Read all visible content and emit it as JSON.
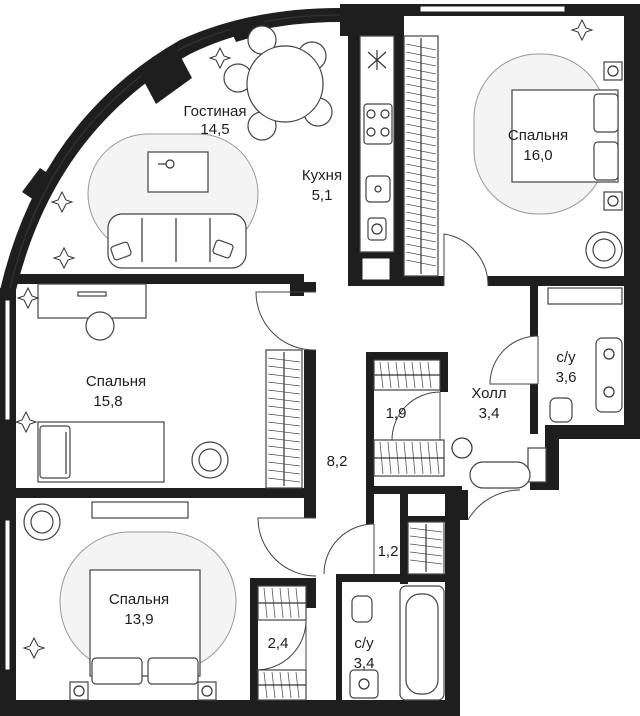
{
  "rooms": [
    {
      "key": "living",
      "name": "Гостиная",
      "area": "14,5"
    },
    {
      "key": "kitchen",
      "name": "Кухня",
      "area": "5,1"
    },
    {
      "key": "bed1",
      "name": "Спальня",
      "area": "16,0"
    },
    {
      "key": "bed2",
      "name": "Спальня",
      "area": "15,8"
    },
    {
      "key": "bath1",
      "name": "с/у",
      "area": "3,6"
    },
    {
      "key": "closet1",
      "name": "",
      "area": "1,9"
    },
    {
      "key": "hall",
      "name": "Холл",
      "area": "3,4"
    },
    {
      "key": "corridor",
      "name": "",
      "area": "8,2"
    },
    {
      "key": "closet2",
      "name": "",
      "area": "1,2"
    },
    {
      "key": "bed3",
      "name": "Спальня",
      "area": "13,9"
    },
    {
      "key": "closet3",
      "name": "",
      "area": "2,4"
    },
    {
      "key": "bath2",
      "name": "с/у",
      "area": "3,4"
    }
  ]
}
